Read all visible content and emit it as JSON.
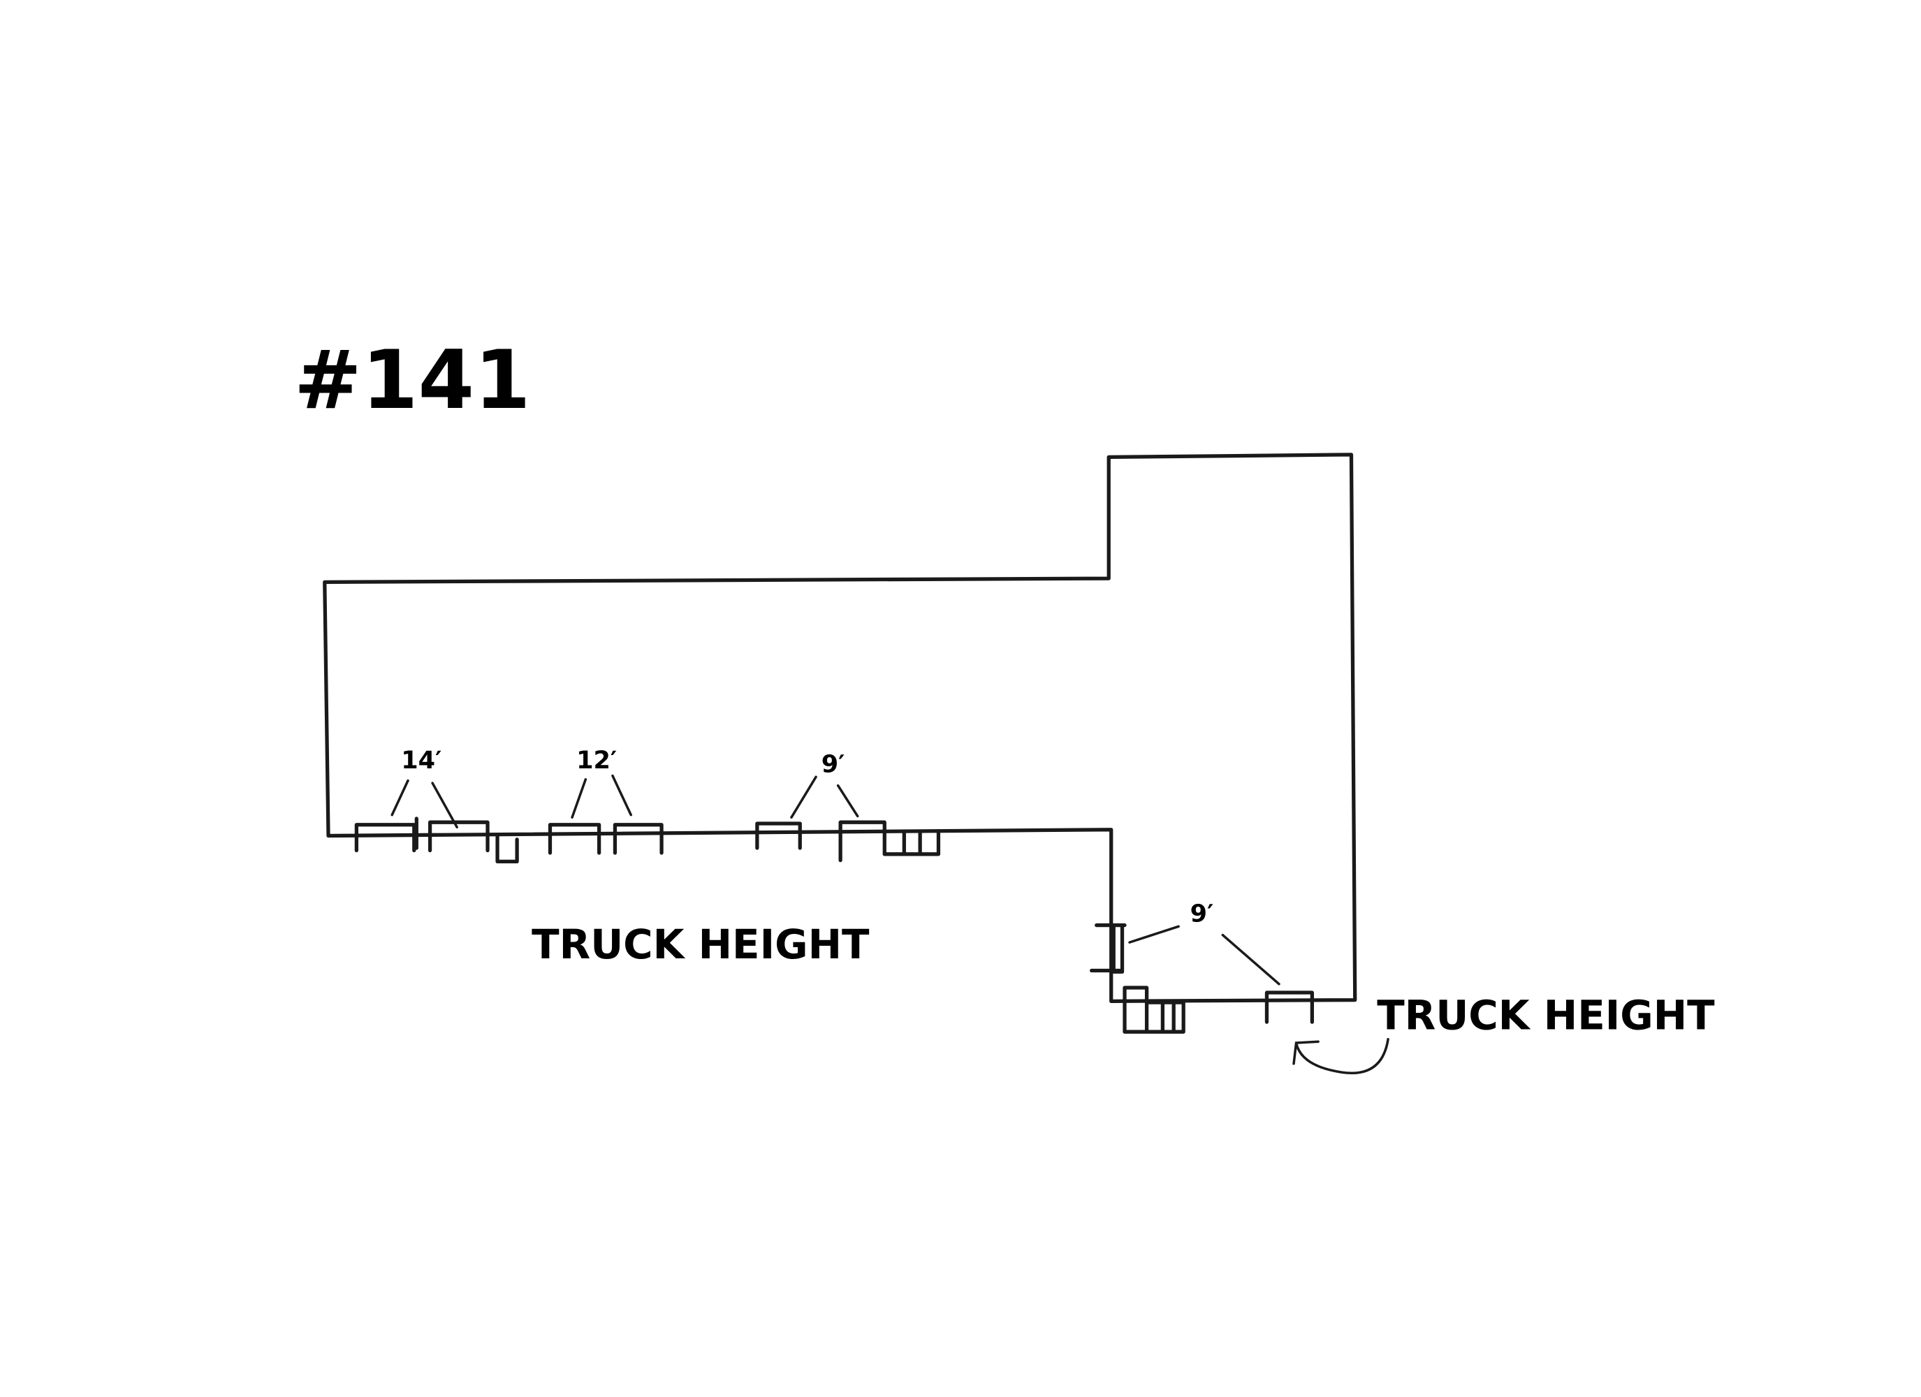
{
  "title": "#141",
  "dimension_labels": {
    "door_group_1": "14′",
    "door_group_2": "12′",
    "door_group_3": "9′",
    "side_door": "9′"
  },
  "annotations": {
    "truck_height_left": "TRUCK HEIGHT",
    "truck_height_right": "TRUCK HEIGHT"
  },
  "colors": {
    "ink": "#1a1a1a",
    "background": "#ffffff"
  }
}
